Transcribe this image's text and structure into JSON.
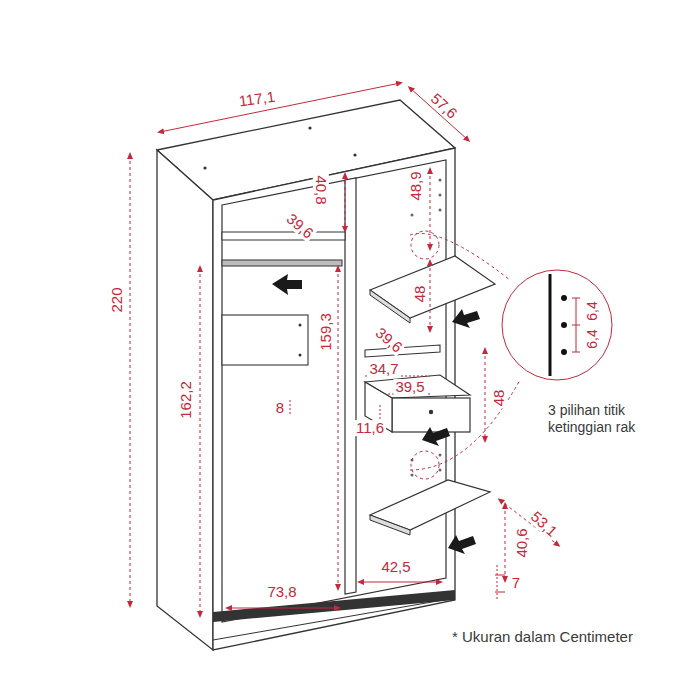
{
  "diagram": {
    "nodes": [
      {
        "text": [
          "6,4",
          "6,4"
        ]
      }
    ],
    "labels": [
      "117,1",
      "57,6",
      "220",
      "40,8",
      "39,6",
      "48,9",
      "48",
      "162,2",
      "159,3",
      "39,6",
      "34,7",
      "39,5",
      "8",
      "48",
      "11,6",
      "40,6",
      "53,1",
      "73,8",
      "42,5",
      "7",
      "3 pilihan titik ketinggian rak",
      "* Ukuran dalam Centimeter"
    ]
  }
}
